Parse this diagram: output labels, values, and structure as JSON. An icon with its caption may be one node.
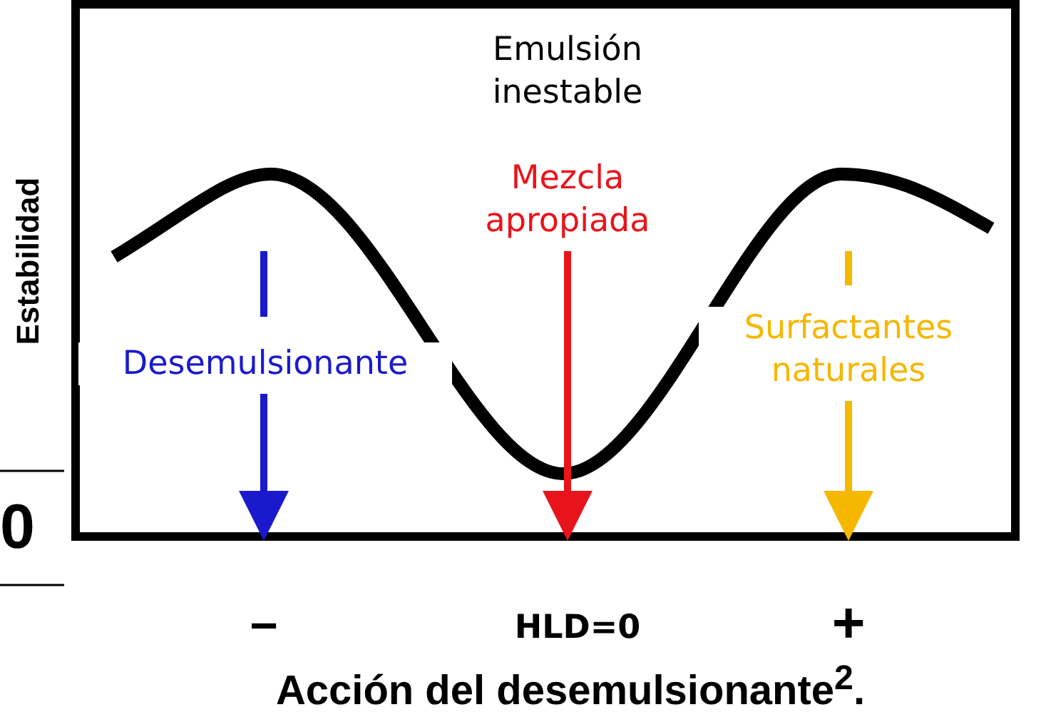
{
  "diagram": {
    "caption": "Acción del desemulsionante$^{2}$.",
    "nodes": [
      {
        "text": [
          "Desemulsionante"
        ]
      },
      {
        "text": [
          "Mezcla apropiada"
        ]
      },
      {
        "text": [
          "Surfactantes naturales"
        ]
      }
    ],
    "edges": [
      {
        "from": 0,
        "to": null,
        "arrow": "to",
        "color": "#1a1acc"
      },
      {
        "from": 1,
        "to": null,
        "arrow": "to",
        "color": "#e8141c"
      },
      {
        "from": 2,
        "to": null,
        "arrow": "to",
        "color": "#f5b700"
      }
    ],
    "labels": [
      "Emulsión inestable",
      "Estabilidad",
      "0",
      "−",
      "HLD=0",
      "+"
    ]
  }
}
